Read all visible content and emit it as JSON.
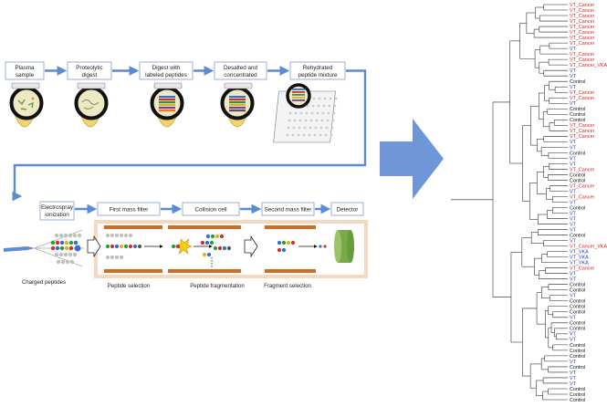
{
  "workflow": {
    "steps": [
      {
        "line1": "Plasma",
        "line2": "sample"
      },
      {
        "line1": "Proteolytic",
        "line2": "digest"
      },
      {
        "line1": "Digest with",
        "line2": "labeled peptides"
      },
      {
        "line1": "Desalted and",
        "line2": "concentrated"
      },
      {
        "line1": "Rehydrated",
        "line2": "peptide mixture"
      }
    ],
    "ms_stages": [
      {
        "line1": "Electrospray",
        "line2": "ionization"
      },
      {
        "line1": "First mass filter",
        "line2": ""
      },
      {
        "line1": "Collision cell",
        "line2": ""
      },
      {
        "line1": "Second mass filter",
        "line2": ""
      },
      {
        "line1": "Detector",
        "line2": ""
      }
    ],
    "captions": [
      "Charged peptides",
      "Peptide selection",
      "Peptide fragmentation",
      "Fragment selection"
    ]
  },
  "colors": {
    "flow": "#5b8bd3",
    "box_border": "#7f9fc8",
    "instrument_frame": "#f3d9c0",
    "filter_plate": "#d46a22",
    "detector": "#7ba84a",
    "label_vt": "#1f3fbf",
    "label_cancer": "#d21f1f",
    "label_control": "#111111"
  },
  "dendrogram": {
    "leaves": [
      "VT_Cancer",
      "VT_Cancer",
      "VT_Cancer",
      "VT_Cancer",
      "VT_Cancer",
      "VT_Cancer",
      "VT_Cancer",
      "VT_Cancer",
      "VT",
      "VT_Cancer",
      "VT_Cancer",
      "VT_Cancer_VKA",
      "VT",
      "VT",
      "Control",
      "VT",
      "VT_Cancer",
      "VT_Cancer",
      "VT",
      "Control",
      "Control",
      "Control",
      "VT_Cancer",
      "VT_Cancer",
      "VT_Cancer",
      "VT",
      "VT",
      "Control",
      "VT",
      "VT",
      "VT_Cancer",
      "Control",
      "Control",
      "VT_Cancer",
      "VT",
      "VT_Cancer",
      "VT",
      "Control",
      "VT",
      "VT",
      "VT",
      "VT",
      "Control",
      "VT",
      "VT_Cancer_VKA",
      "VT_VKA",
      "VT_VKA",
      "VT_VKA",
      "VT_Cancer",
      "VT",
      "VT",
      "Control",
      "Control",
      "VT",
      "Control",
      "Control",
      "Control",
      "VT",
      "Control",
      "Control",
      "VT",
      "VT",
      "Control",
      "Control",
      "Control",
      "VT",
      "Control",
      "VT",
      "VT",
      "VT",
      "Control",
      "Control",
      "Control"
    ]
  }
}
